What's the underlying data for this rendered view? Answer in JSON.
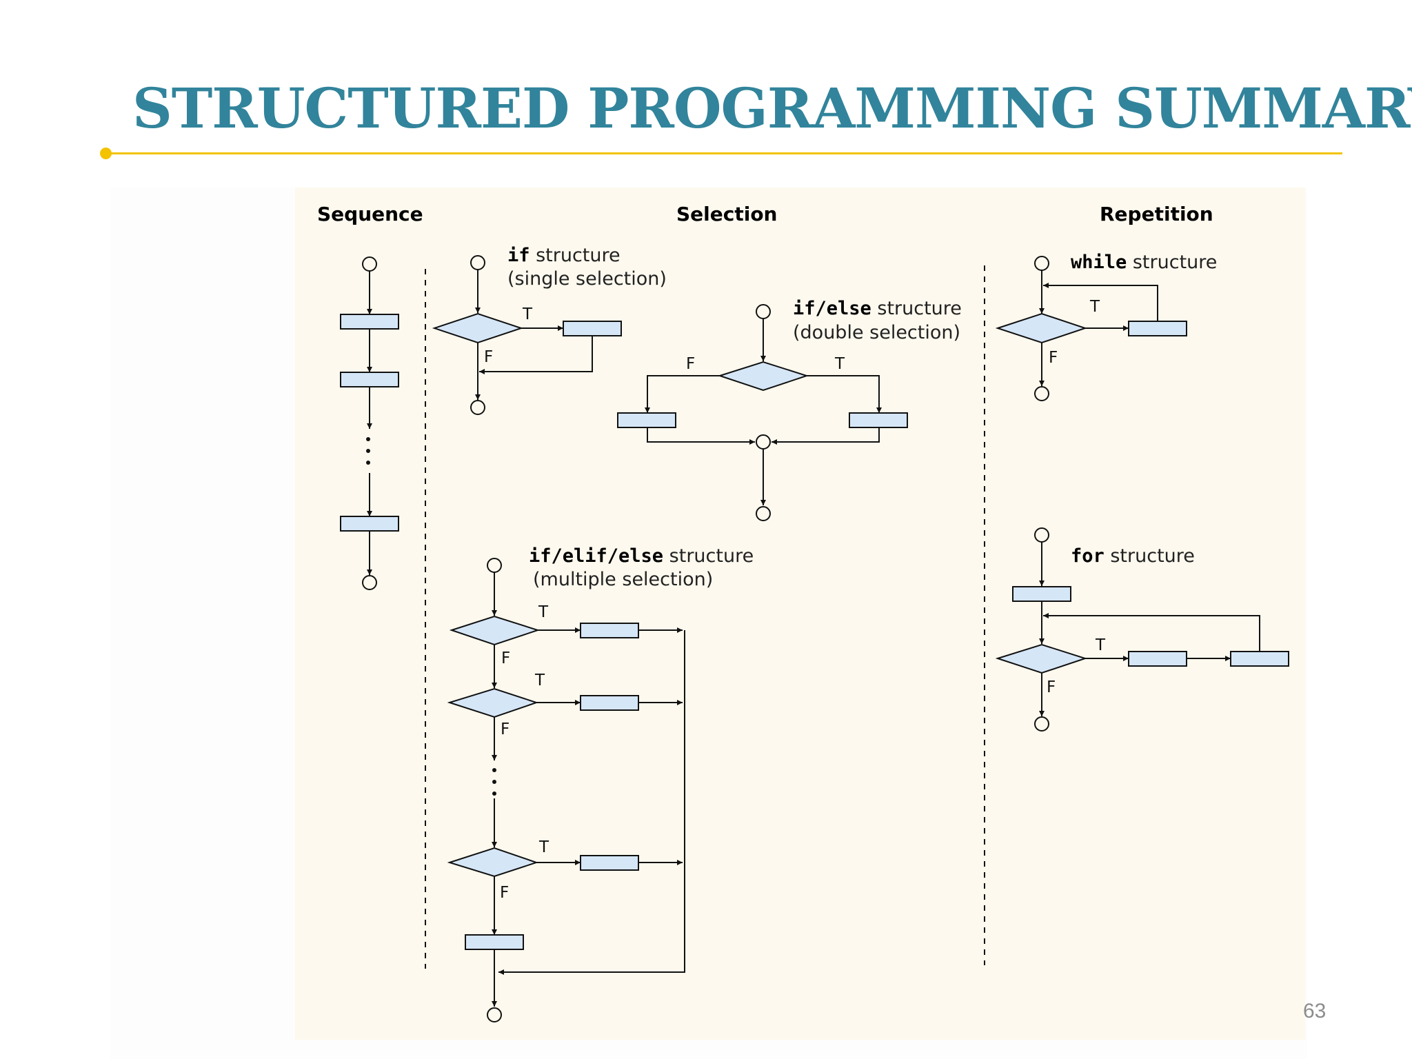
{
  "slide": {
    "title": "STRUCTURED PROGRAMMING SUMMARY",
    "page_number": "63",
    "accent_color": "#f3c300",
    "title_color": "#31849b"
  },
  "diagram": {
    "headings": {
      "sequence": "Sequence",
      "selection": "Selection",
      "repetition": "Repetition"
    },
    "if": {
      "keyword": "if",
      "suffix": " structure",
      "subtitle": "(single selection)"
    },
    "if_else": {
      "keyword": "if/else",
      "suffix": " structure",
      "subtitle": "(double selection)"
    },
    "if_elif_else": {
      "keyword": "if/elif/else",
      "suffix": "  structure",
      "subtitle": "(multiple  selection)"
    },
    "while": {
      "keyword": "while",
      "suffix": " structure"
    },
    "for": {
      "keyword": "for",
      "suffix": " structure"
    },
    "true_label": "T",
    "false_label": "F",
    "colors": {
      "panel": "#fdf9ee",
      "box_fill": "#d5e6f7",
      "stroke": "#111111"
    }
  }
}
